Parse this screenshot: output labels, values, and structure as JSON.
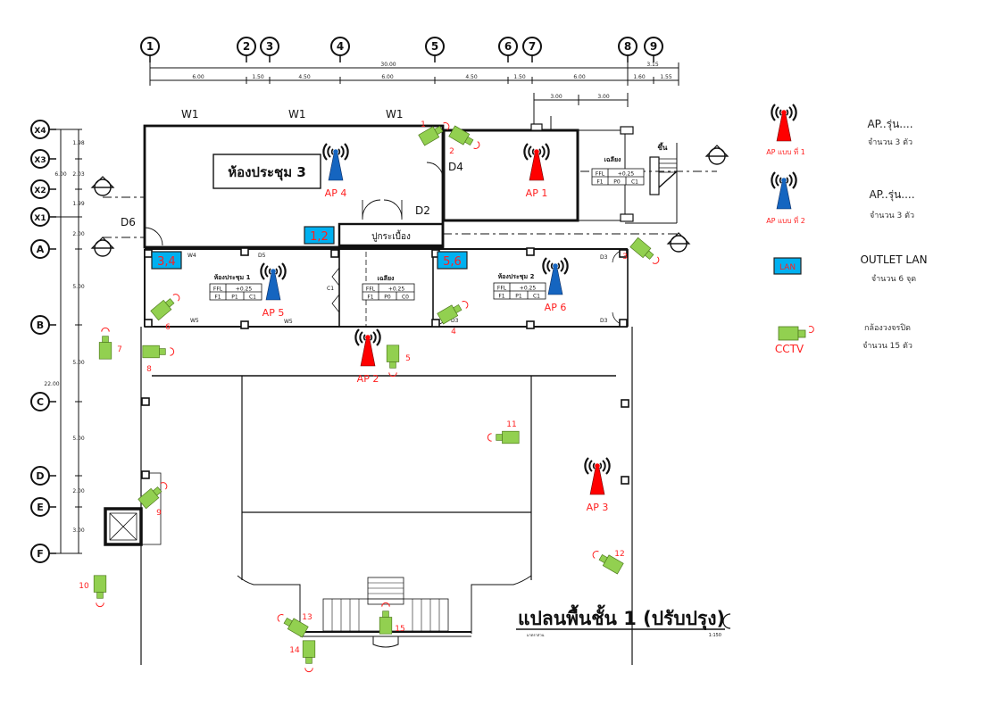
{
  "plan_title": "แปลนพื้นชั้น 1 (ปรับปรุง)",
  "plan_scale": "1:150",
  "plan_subtitle": "มาตราส่วน",
  "grid_columns": [
    {
      "label": "1"
    },
    {
      "label": "2"
    },
    {
      "label": "3"
    },
    {
      "label": "4"
    },
    {
      "label": "5"
    },
    {
      "label": "6"
    },
    {
      "label": "7"
    },
    {
      "label": "8"
    },
    {
      "label": "9"
    }
  ],
  "grid_rows": [
    {
      "label": "X4"
    },
    {
      "label": "X3"
    },
    {
      "label": "X2"
    },
    {
      "label": "X1"
    },
    {
      "label": "A"
    },
    {
      "label": "B"
    },
    {
      "label": "C"
    },
    {
      "label": "D"
    },
    {
      "label": "E"
    },
    {
      "label": "F"
    }
  ],
  "top_dimensions": {
    "total": "30.00",
    "segments": [
      "6.00",
      "1.50",
      "4.50",
      "6.00",
      "4.50",
      "1.50",
      "6.00",
      "1.60",
      "1.55"
    ],
    "right_total": "3.15",
    "sub_segments": [
      "3.00",
      "3.00"
    ]
  },
  "left_dimensions": {
    "total": "22.00",
    "upper_total": "6.00",
    "segments": [
      "1.98",
      "2.03",
      "1.99",
      "2.00",
      "5.00",
      "5.00",
      "5.00",
      "2.00",
      "3.00"
    ]
  },
  "rooms": {
    "meeting3": "ห้องประชุม 3",
    "tile": "ปูกระเบื้อง",
    "meeting1": "ห้องประชุม 1",
    "meeting2": "ห้องประชุม 2",
    "porch": "เฉลียง",
    "stairs_up": "ขึ้น",
    "ffl": "FFL",
    "ffl_value": "+0.25",
    "tag_f1": "F1",
    "tag_p0": "P0",
    "tag_p1": "P1",
    "tag_c1": "C1",
    "tag_c0": "C0"
  },
  "wall_labels": {
    "w1": "W1",
    "w4": "W4",
    "w5": "W5",
    "d2": "D2",
    "d3": "D3",
    "d4": "D4",
    "d5": "D5",
    "d6": "D6",
    "c1": "C1"
  },
  "access_points": [
    {
      "label": "AP 1",
      "type": 1,
      "color": "#ff0000"
    },
    {
      "label": "AP 2",
      "type": 1,
      "color": "#ff0000"
    },
    {
      "label": "AP 3",
      "type": 1,
      "color": "#ff0000"
    },
    {
      "label": "AP 4",
      "type": 2,
      "color": "#1565c0"
    },
    {
      "label": "AP 5",
      "type": 2,
      "color": "#1565c0"
    },
    {
      "label": "AP 6",
      "type": 2,
      "color": "#1565c0"
    }
  ],
  "lan_outlets": [
    {
      "label": "1,2"
    },
    {
      "label": "3,4"
    },
    {
      "label": "5,6"
    }
  ],
  "cctv_cameras": [
    {
      "label": "1"
    },
    {
      "label": "2"
    },
    {
      "label": "3"
    },
    {
      "label": "4"
    },
    {
      "label": "5"
    },
    {
      "label": "6"
    },
    {
      "label": "7"
    },
    {
      "label": "8"
    },
    {
      "label": "9"
    },
    {
      "label": "10"
    },
    {
      "label": "11"
    },
    {
      "label": "12"
    },
    {
      "label": "13"
    },
    {
      "label": "14"
    },
    {
      "label": "15"
    }
  ],
  "cctv_lens_mark": "C",
  "legend": {
    "ap_type1": {
      "caption": "AP แบบ ที่ 1",
      "title": "AP..รุ่น....",
      "count": "จำนวน 3 ตัว"
    },
    "ap_type2": {
      "caption": "AP แบบ ที่ 2",
      "title": "AP..รุ่น....",
      "count": "จำนวน 3 ตัว"
    },
    "lan": {
      "badge": "LAN",
      "title": "OUTLET LAN",
      "count": "จำนวน 6 จุด"
    },
    "cctv": {
      "caption": "CCTV",
      "title": "กล้องวงจรปิด",
      "count": "จำนวน 15 ตัว"
    }
  },
  "colors": {
    "ap_red": "#ff0000",
    "ap_blue": "#1565c0",
    "lan_fill": "#00b0f0",
    "cctv_green": "#92d050",
    "label_red": "#ff2020"
  }
}
